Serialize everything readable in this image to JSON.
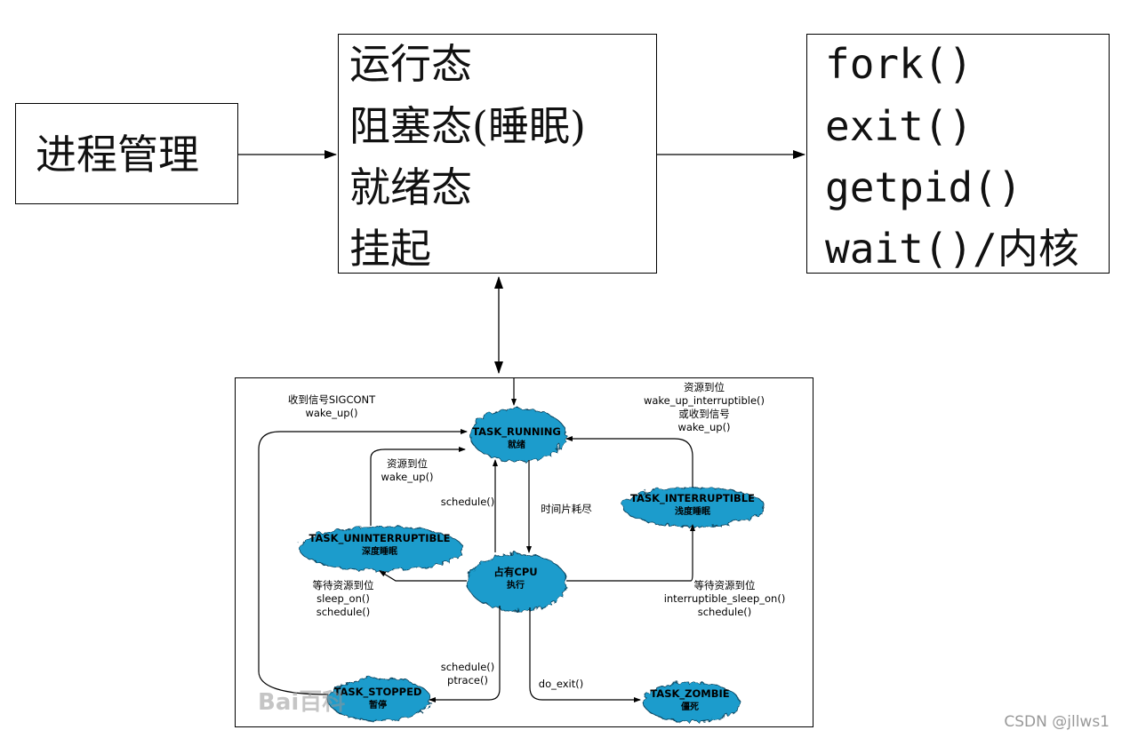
{
  "process_mgmt": {
    "label": "进程管理"
  },
  "states": [
    "运行态",
    "阻塞态(睡眠)",
    "就绪态",
    "挂起"
  ],
  "functions": [
    "fork()",
    "exit()",
    "getpid()",
    "wait()/内核"
  ],
  "diagram": {
    "nodes": {
      "running": {
        "name": "TASK_RUNNING",
        "cn": "就绪"
      },
      "cpu": {
        "name": "占有CPU",
        "cn": "执行"
      },
      "interruptible": {
        "name": "TASK_INTERRUPTIBLE",
        "cn": "浅度睡眠"
      },
      "uninterruptible": {
        "name": "TASK_UNINTERRUPTIBLE",
        "cn": "深度睡眠"
      },
      "stopped": {
        "name": "TASK_STOPPED",
        "cn": "暂停"
      },
      "zombie": {
        "name": "TASK_ZOMBIE",
        "cn": "僵死"
      }
    },
    "labels": {
      "sigcont": [
        "收到信号SIGCONT",
        "wake_up()"
      ],
      "res_arrive_right": [
        "资源到位",
        "wake_up_interruptible()",
        "或收到信号",
        "wake_up()"
      ],
      "res_arrive_left": [
        "资源到位",
        "wake_up()"
      ],
      "schedule": [
        "schedule()"
      ],
      "timeslice": [
        "时间片耗尽"
      ],
      "wait_left": [
        "等待资源到位",
        "sleep_on()",
        "schedule()"
      ],
      "wait_right": [
        "等待资源到位",
        "interruptible_sleep_on()",
        "schedule()"
      ],
      "ptrace": [
        "schedule()",
        "ptrace()"
      ],
      "do_exit": [
        "do_exit()"
      ]
    },
    "colors": {
      "node_fill": "#1a9ccc",
      "line": "#000000"
    }
  },
  "watermark": "Bai百科",
  "credit": "CSDN @jllws1"
}
